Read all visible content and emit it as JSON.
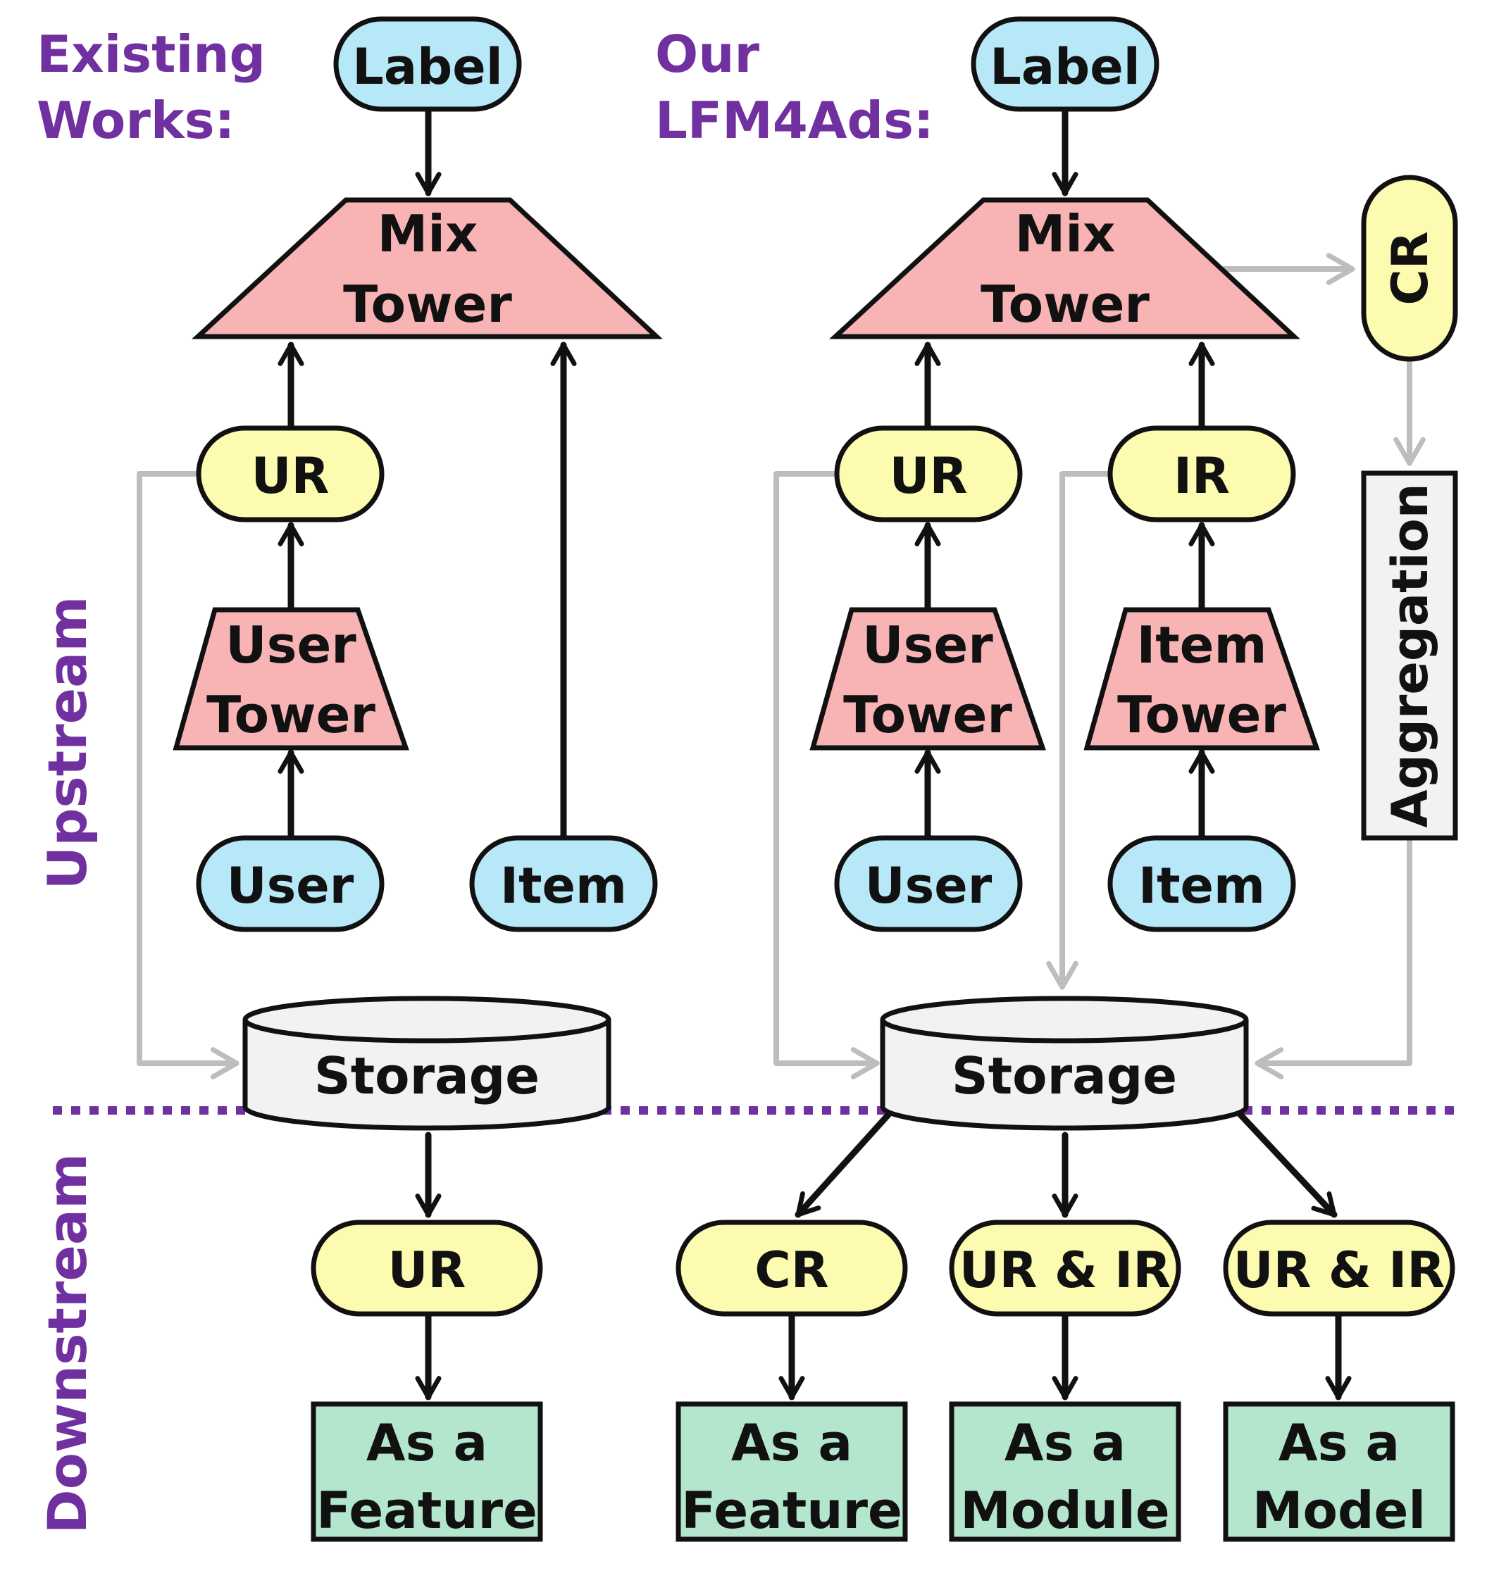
{
  "colors": {
    "input_fill": "#b7e8f8",
    "representation_fill": "#fdfbb0",
    "tower_fill": "#f8b4b4",
    "usage_fill": "#b3e6cc",
    "storage_fill": "#f2f2f2",
    "aggregation_fill": "#f2f2f2",
    "section_label": "#7030a0",
    "grey_flow": "#bdbdbd"
  },
  "headers": {
    "existing_line1": "Existing",
    "existing_line2": "Works:",
    "ours_line1": "Our",
    "ours_line2": "LFM4Ads:"
  },
  "sections": {
    "upstream": "Upstream",
    "downstream": "Downstream"
  },
  "existing": {
    "label": "Label",
    "mix_tower_line1": "Mix",
    "mix_tower_line2": "Tower",
    "ur": "UR",
    "user_tower_line1": "User",
    "user_tower_line2": "Tower",
    "user": "User",
    "item": "Item",
    "storage": "Storage",
    "down_ur": "UR",
    "usage_line1": "As a",
    "usage_line2": "Feature"
  },
  "ours": {
    "label": "Label",
    "mix_tower_line1": "Mix",
    "mix_tower_line2": "Tower",
    "cr": "CR",
    "aggregation": "Aggregation",
    "ur": "UR",
    "ir": "IR",
    "user_tower_line1": "User",
    "user_tower_line2": "Tower",
    "item_tower_line1": "Item",
    "item_tower_line2": "Tower",
    "user": "User",
    "item": "Item",
    "storage": "Storage",
    "down_cr": "CR",
    "down_urir_module": "UR & IR",
    "down_urir_model": "UR & IR",
    "usage_feature_line1": "As a",
    "usage_feature_line2": "Feature",
    "usage_module_line1": "As a",
    "usage_module_line2": "Module",
    "usage_model_line1": "As a",
    "usage_model_line2": "Model"
  }
}
